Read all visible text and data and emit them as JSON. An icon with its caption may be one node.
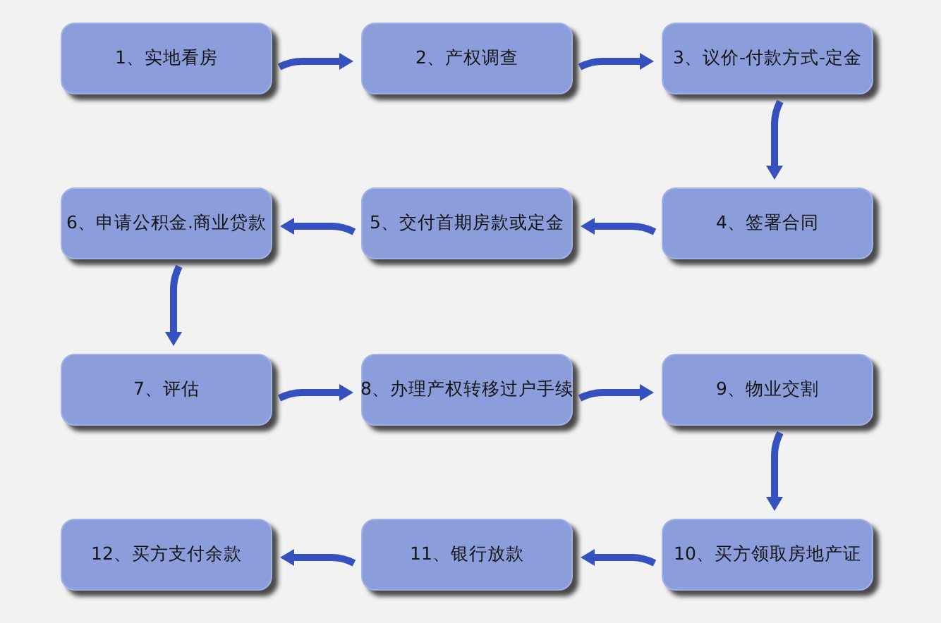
{
  "diagram": {
    "nodes": [
      {
        "text": [
          "1、实地看房"
        ]
      },
      {
        "text": [
          "2、产权调查"
        ]
      },
      {
        "text": [
          "3、议价-付款方式-定金"
        ]
      },
      {
        "text": [
          "4、签署合同"
        ]
      },
      {
        "text": [
          "5、交付首期房款或定金"
        ]
      },
      {
        "text": [
          "6、申请公积金.商业贷款"
        ]
      },
      {
        "text": [
          "7、评估"
        ]
      },
      {
        "text": [
          "8、办理产权转移过户手续"
        ]
      },
      {
        "text": [
          "9、物业交割"
        ]
      },
      {
        "text": [
          "10、买方领取房地产证"
        ]
      },
      {
        "text": [
          "11、银行放款"
        ]
      },
      {
        "text": [
          "12、买方支付余款"
        ]
      }
    ],
    "edges": [
      {
        "from": 0,
        "to": 1,
        "arrow": "to"
      },
      {
        "from": 1,
        "to": 2,
        "arrow": "to"
      },
      {
        "from": 2,
        "to": 3,
        "arrow": "to"
      },
      {
        "from": 3,
        "to": 4,
        "arrow": "to"
      },
      {
        "from": 4,
        "to": 5,
        "arrow": "to"
      },
      {
        "from": 5,
        "to": 6,
        "arrow": "to"
      },
      {
        "from": 6,
        "to": 7,
        "arrow": "to"
      },
      {
        "from": 7,
        "to": 8,
        "arrow": "to"
      },
      {
        "from": 8,
        "to": 9,
        "arrow": "to"
      },
      {
        "from": 9,
        "to": 10,
        "arrow": "to"
      },
      {
        "from": 10,
        "to": 11,
        "arrow": "to"
      }
    ]
  }
}
